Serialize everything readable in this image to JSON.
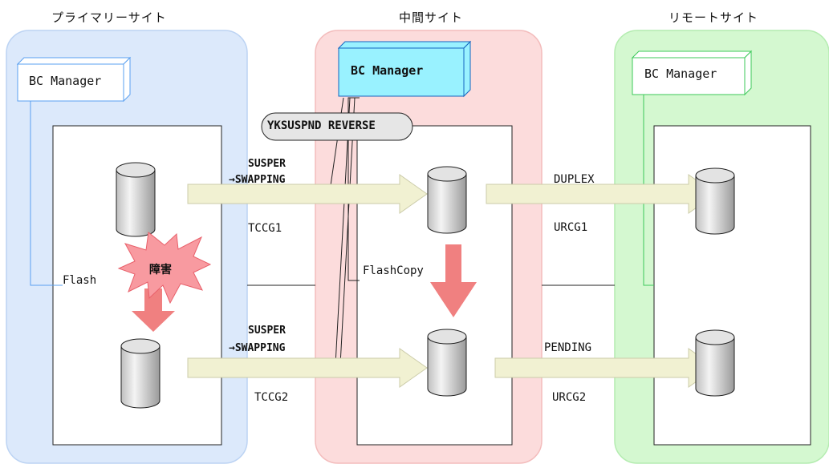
{
  "sites": {
    "primary": "プライマリーサイト",
    "intermediate": "中間サイト",
    "remote": "リモートサイト"
  },
  "managers": {
    "primary": "BC Manager",
    "intermediate": "BC Manager",
    "remote": "BC Manager"
  },
  "command": "YKSUSPND REVERSE",
  "primary_site": {
    "flash_label": "Flash",
    "failure_label": "障害"
  },
  "links": {
    "tccg1": {
      "status_line1": "SUSPER",
      "status_line2": "→SWAPPING",
      "group": "TCCG1"
    },
    "tccg2": {
      "status_line1": "SUSPER",
      "status_line2": "→SWAPPING",
      "group": "TCCG2"
    },
    "urcg1": {
      "status": "DUPLEX",
      "group": "URCG1"
    },
    "urcg2": {
      "status": "PENDING",
      "group": "URCG2"
    }
  },
  "intermediate_site": {
    "flash_label": "FlashCopy"
  },
  "colors": {
    "primary_bg": "#dce9fb",
    "intermediate_bg": "#fcdcdc",
    "remote_bg": "#d4f8d0",
    "arrow_fill": "#f1f1d2",
    "down_arrow": "#f08080",
    "failure_fill": "#f89aa0",
    "active_manager": "#99f2ff"
  }
}
